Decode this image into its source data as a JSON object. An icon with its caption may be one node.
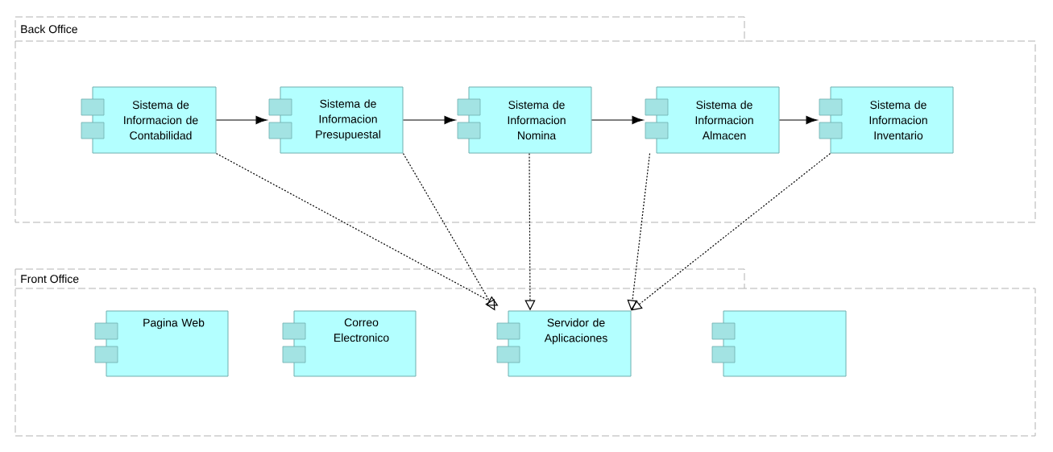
{
  "diagram": {
    "nodes": [
      {
        "text": [
          "Back Office"
        ]
      },
      {
        "text": [
          "Sistema de Informacion de Contabilidad"
        ],
        "in": 0
      },
      {
        "text": [
          "Sistema de Informacion Presupuestal"
        ],
        "in": 0
      },
      {
        "text": [
          "Sistema de Informacion Nomina"
        ],
        "in": 0
      },
      {
        "text": [
          "Sistema de Informacion Almacen"
        ],
        "in": 0
      },
      {
        "text": [
          "Sistema de Informacion Inventario"
        ],
        "in": 0
      },
      {
        "text": [
          "Front Office"
        ]
      },
      {
        "text": [
          "Pagina Web"
        ],
        "in": 6
      },
      {
        "text": [
          "Correo Electronico"
        ],
        "in": 6
      },
      {
        "text": [
          "Servidor de Aplicaciones"
        ],
        "in": 6
      },
      {
        "text": [],
        "shape": "box",
        "in": 6
      }
    ],
    "edges": [
      {
        "from": 1,
        "to": 2,
        "arrow": "to"
      },
      {
        "from": 2,
        "to": 3,
        "arrow": "to"
      },
      {
        "from": 3,
        "to": 4,
        "arrow": "to"
      },
      {
        "from": 4,
        "to": 5,
        "arrow": "to"
      },
      {
        "from": 1,
        "to": 9,
        "arrow": "to",
        "style": "dashed"
      },
      {
        "from": 2,
        "to": 9,
        "arrow": "to",
        "style": "dashed"
      },
      {
        "from": 3,
        "to": 9,
        "arrow": "to",
        "style": "dashed"
      },
      {
        "from": 4,
        "to": 9,
        "arrow": "to",
        "style": "dashed"
      },
      {
        "from": 5,
        "to": 9,
        "arrow": "to",
        "style": "dashed"
      }
    ]
  }
}
